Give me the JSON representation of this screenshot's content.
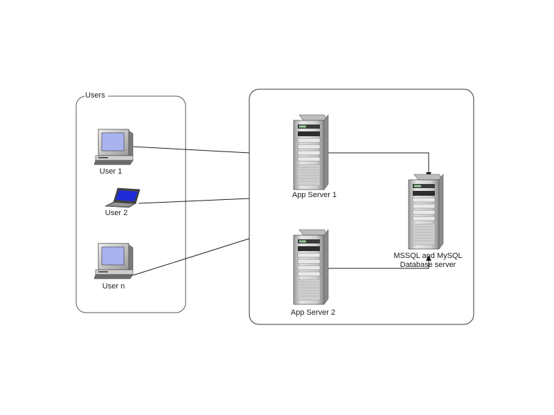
{
  "groups": {
    "users_title": "Users"
  },
  "users": [
    {
      "name": "User 1",
      "device": "desktop"
    },
    {
      "name": "User 2",
      "device": "laptop"
    },
    {
      "name": "User n",
      "device": "desktop"
    }
  ],
  "servers": {
    "app1": "App Server 1",
    "app2": "App Server 2",
    "db_line1": "MSSQL and MySQL",
    "db_line2": "Database server"
  },
  "colors": {
    "line": "#1a1a1a",
    "group_border": "#555555",
    "server_body": "#d9d9d9",
    "screen": "#a9b3ee",
    "laptop_screen": "#1f2bd6"
  }
}
